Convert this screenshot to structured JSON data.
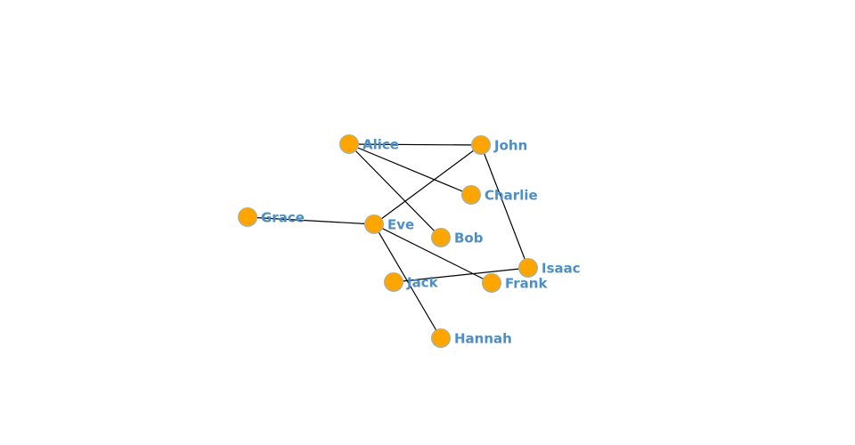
{
  "colors": {
    "node_fill": "#FFA500",
    "label": "#4b8fc7",
    "edge": "#000000",
    "background": "#ffffff"
  },
  "nodes": [
    {
      "id": "alice",
      "label": "Alice"
    },
    {
      "id": "john",
      "label": "John"
    },
    {
      "id": "charlie",
      "label": "Charlie"
    },
    {
      "id": "grace",
      "label": "Grace"
    },
    {
      "id": "eve",
      "label": "Eve"
    },
    {
      "id": "bob",
      "label": "Bob"
    },
    {
      "id": "isaac",
      "label": "Isaac"
    },
    {
      "id": "jack",
      "label": "Jack"
    },
    {
      "id": "frank",
      "label": "Frank"
    },
    {
      "id": "hannah",
      "label": "Hannah"
    }
  ],
  "edges": [
    [
      "alice",
      "john"
    ],
    [
      "alice",
      "charlie"
    ],
    [
      "alice",
      "bob"
    ],
    [
      "john",
      "eve"
    ],
    [
      "john",
      "isaac"
    ],
    [
      "grace",
      "eve"
    ],
    [
      "eve",
      "frank"
    ],
    [
      "eve",
      "hannah"
    ],
    [
      "jack",
      "isaac"
    ]
  ]
}
